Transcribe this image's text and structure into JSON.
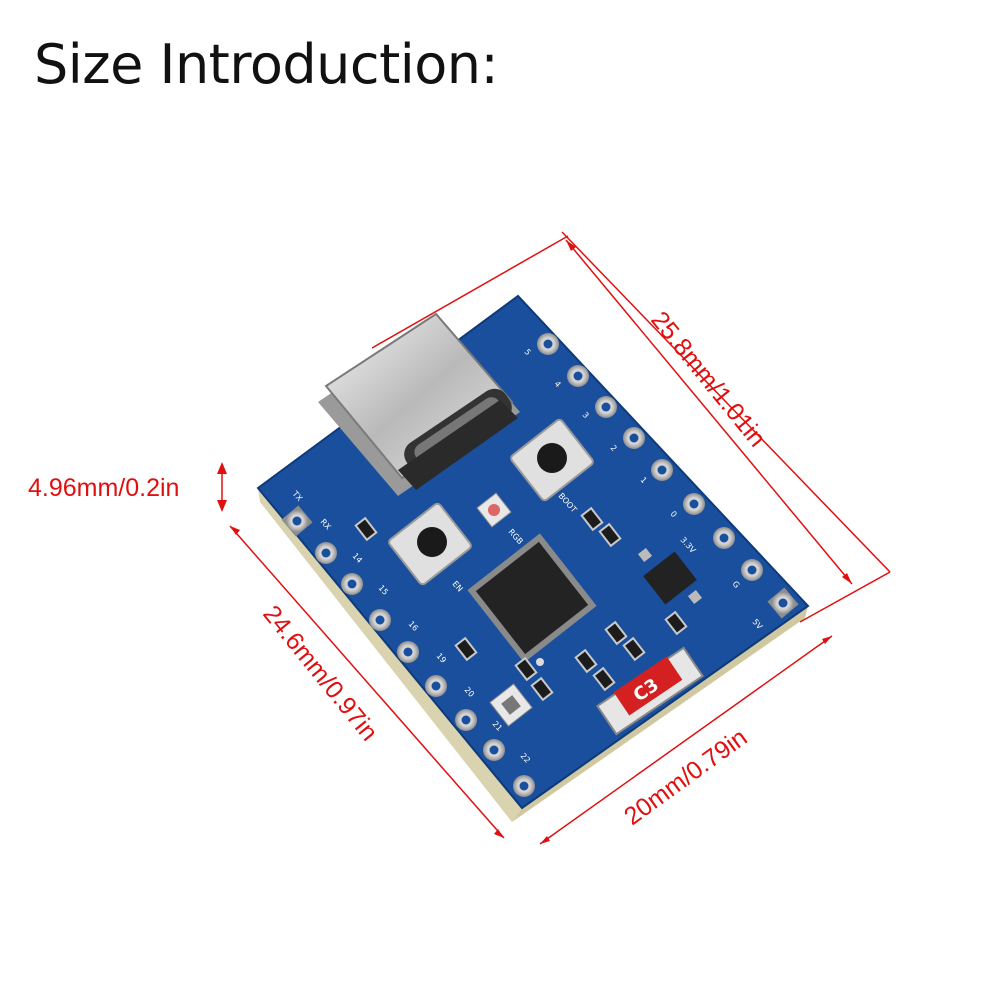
{
  "title": "Size Introduction:",
  "dimensions": {
    "diagonal_top": "25.8mm/1.01in",
    "thickness": "4.96mm/0.2in",
    "left_length": "24.6mm/0.97in",
    "bottom_width": "20mm/0.79in"
  },
  "board": {
    "chip_label": "C3",
    "labels": {
      "tx": "TX",
      "rx": "RX",
      "en": "EN",
      "boot": "BOOT",
      "rgb": "RGB",
      "v33": "3.3V",
      "g": "G",
      "v5": "5V"
    },
    "right_pins": [
      "5",
      "4",
      "3",
      "2",
      "1",
      "0"
    ],
    "left_pins": [
      "14",
      "15",
      "16",
      "19",
      "20",
      "21",
      "22"
    ]
  },
  "colors": {
    "board": "#1a4f9e",
    "dimension": "#e01010",
    "c3_badge": "#d42020"
  }
}
